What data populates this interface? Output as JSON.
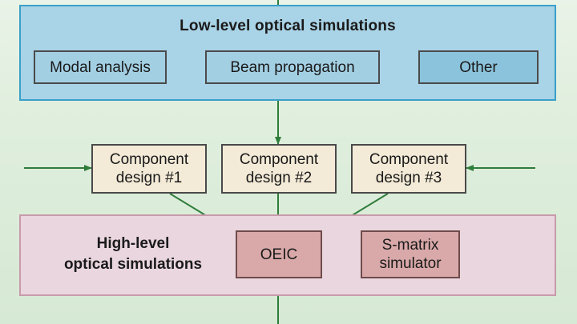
{
  "low_level": {
    "title": "Low-level optical simulations",
    "boxes": [
      "Modal analysis",
      "Beam propagation",
      "Other"
    ]
  },
  "components": [
    {
      "line1": "Component",
      "line2": "design #1"
    },
    {
      "line1": "Component",
      "line2": "design #2"
    },
    {
      "line1": "Component",
      "line2": "design #3"
    }
  ],
  "high_level": {
    "title_line1": "High-level",
    "title_line2": "optical simulations",
    "oeic": "OEIC",
    "smatrix_line1": "S-matrix",
    "smatrix_line2": "simulator"
  },
  "colors": {
    "arrow": "#2f7d3a",
    "low_panel": "#a9d3e6",
    "high_panel": "#ead6de",
    "component_box": "#f3ead7",
    "oeic_box": "#d9a9a9"
  }
}
